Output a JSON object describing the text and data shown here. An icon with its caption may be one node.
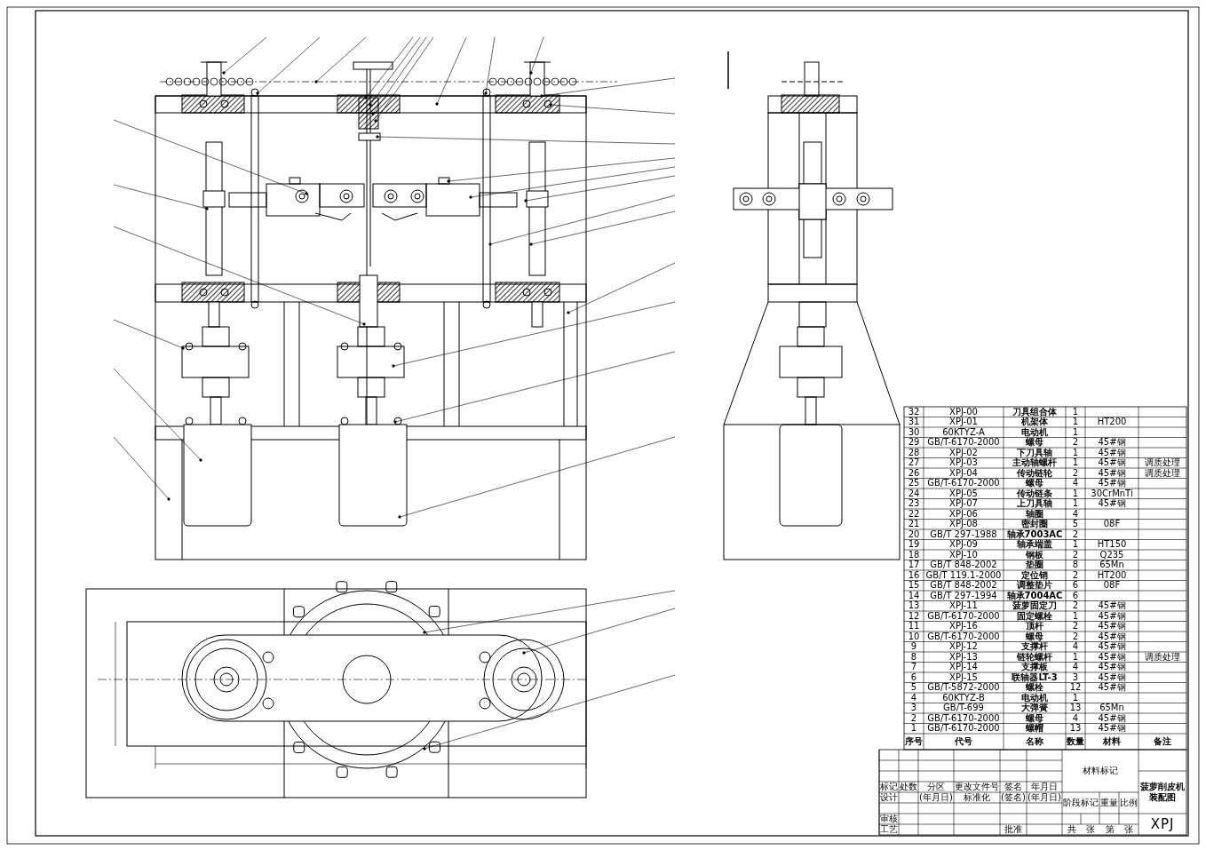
{
  "diagram": {
    "labels": [
      "32",
      "XPJ-00",
      "刀具组合体",
      "1",
      "31",
      "XPJ-01",
      "机架体",
      "1",
      "HT200",
      "30",
      "60KTYZ-A",
      "电动机",
      "1",
      "29",
      "GB/T-6170-2000",
      "螺母",
      "2",
      "45#钢",
      "28",
      "XPJ-02",
      "下刀具轴",
      "1",
      "45#钢",
      "27",
      "XPJ-03",
      "主动轴螺杆",
      "1",
      "45#钢",
      "调质处理",
      "26",
      "XPJ-04",
      "传动链轮",
      "2",
      "45#钢",
      "调质处理",
      "25",
      "GB/T-6170-2000",
      "螺母",
      "4",
      "45#钢",
      "24",
      "XPJ-05",
      "传动链条",
      "1",
      "30CrMnTi",
      "23",
      "XPJ-07",
      "上刀具轴",
      "1",
      "45#钢",
      "22",
      "XPJ-06",
      "轴圈",
      "4",
      "21",
      "XPJ-08",
      "密封圈",
      "5",
      "08F",
      "20",
      "GB/T 297-1988",
      "轴承7003AC",
      "2",
      "19",
      "XPJ-09",
      "轴承端盖",
      "1",
      "HT150",
      "18",
      "XPJ-10",
      "钢板",
      "2",
      "Q235",
      "17",
      "GB/T 848-2002",
      "垫圈",
      "8",
      "65Mn",
      "16",
      "GB/T 119.1-2000",
      "定位销",
      "2",
      "HT200",
      "15",
      "GB/T 848-2002",
      "调整垫片",
      "6",
      "08F",
      "14",
      "GB/T 297-1994",
      "轴承7004AC",
      "6",
      "13",
      "XPJ-11",
      "菠萝固定刀",
      "2",
      "45#钢",
      "12",
      "GB/T-6170-2000",
      "固定螺栓",
      "1",
      "45#钢",
      "11",
      "XPJ-16",
      "顶杆",
      "2",
      "45#钢",
      "10",
      "GB/T-6170-2000",
      "螺母",
      "2",
      "45#钢",
      "9",
      "XPJ-12",
      "支撑杆",
      "4",
      "45#钢",
      "8",
      "XPJ-13",
      "链轮螺杆",
      "1",
      "45#钢",
      "调质处理",
      "7",
      "XPJ-14",
      "支撑板",
      "4",
      "45#钢",
      "6",
      "XPJ-15",
      "联轴器LT-3",
      "3",
      "45#钢",
      "5",
      "GB/T-5872-2000",
      "螺栓",
      "12",
      "45#钢",
      "4",
      "60KTYZ-B",
      "电动机",
      "1",
      "3",
      "GB/T-699",
      "大弹簧",
      "13",
      "65Mn",
      "2",
      "GB/T-6170-2000",
      "螺母",
      "4",
      "45#钢",
      "1",
      "GB/T-6170-2000",
      "螺帽",
      "13",
      "45#钢",
      "序号",
      "代号",
      "名称",
      "数量",
      "材料",
      "备注",
      "材料标记",
      "菠萝削皮机装配图",
      "标记",
      "处数",
      "分区",
      "更改文件号",
      "签名",
      "年月日",
      "设计",
      "(年月日)",
      "标准化",
      "(签名)",
      "(年月日)",
      "阶段标记",
      "重量",
      "比例",
      "审核",
      "XPJ",
      "工艺",
      "批准",
      "共 张 第 张"
    ]
  }
}
